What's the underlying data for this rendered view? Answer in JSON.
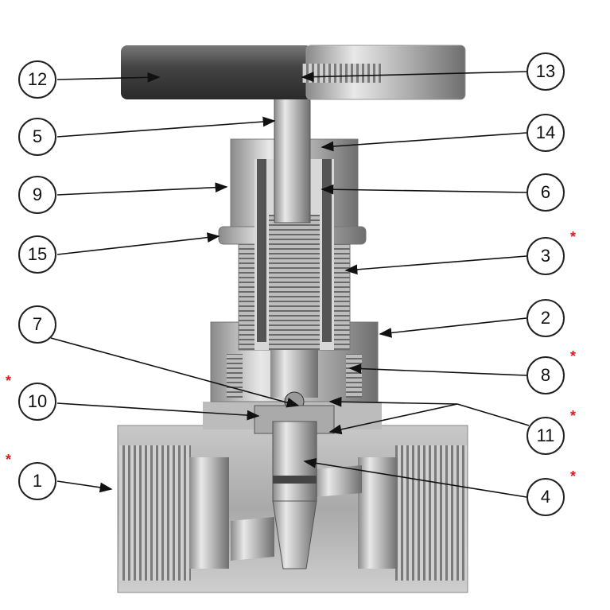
{
  "diagram": {
    "subject": "needle-valve-cutaway",
    "callouts": [
      {
        "id": "c12",
        "label": "12"
      },
      {
        "id": "c5",
        "label": "5"
      },
      {
        "id": "c9",
        "label": "9"
      },
      {
        "id": "c15",
        "label": "15"
      },
      {
        "id": "c7",
        "label": "7"
      },
      {
        "id": "c10",
        "label": "10"
      },
      {
        "id": "c1",
        "label": "1"
      },
      {
        "id": "c13",
        "label": "13"
      },
      {
        "id": "c14",
        "label": "14"
      },
      {
        "id": "c6",
        "label": "6"
      },
      {
        "id": "c3",
        "label": "3"
      },
      {
        "id": "c2",
        "label": "2"
      },
      {
        "id": "c8",
        "label": "8"
      },
      {
        "id": "c11",
        "label": "11"
      },
      {
        "id": "c4",
        "label": "4"
      }
    ],
    "asterisk": "*",
    "asterisk_color": "#e0191f"
  }
}
